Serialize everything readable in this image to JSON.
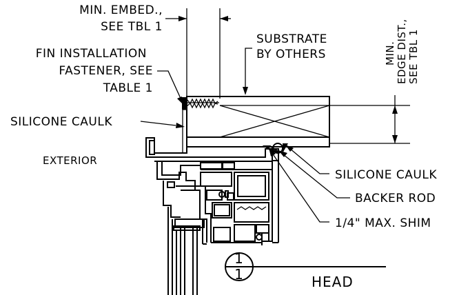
{
  "labels": {
    "min_embed_line1": "MIN. EMBED.,",
    "min_embed_line2": "SEE TBL 1",
    "substrate_line1": "SUBSTRATE",
    "substrate_line2": "BY OTHERS",
    "min_edge_line1": "MIN.",
    "min_edge_line2": "EDGE DIST.,",
    "min_edge_line3": "SEE TBL 1",
    "fin_line1": "FIN INSTALLATION",
    "fin_line2": "FASTENER, SEE",
    "fin_line3": "TABLE 1",
    "silicone_caulk_left": "SILICONE CAULK",
    "exterior": "EXTERIOR",
    "silicone_caulk_right": "SILICONE CAULK",
    "backer_rod": "BACKER ROD",
    "shim": "1/4\" MAX. SHIM"
  },
  "section_marker": {
    "top_number": "1",
    "bottom_number": "1",
    "title": "HEAD"
  }
}
